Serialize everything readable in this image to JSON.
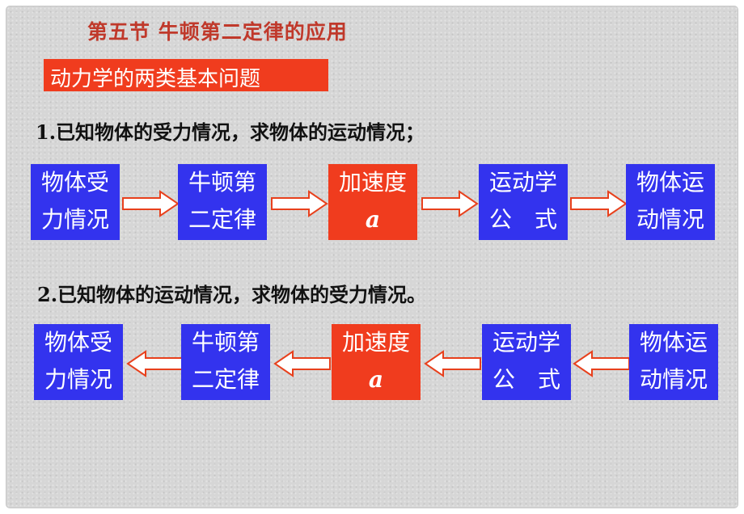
{
  "title": "第五节  牛顿第二定律的应用",
  "banner": "动力学的两类基本问题",
  "problem1": {
    "heading": "1.已知物体的受力情况，求物体的运动情况；",
    "steps": [
      {
        "line1": "物体受",
        "line2": "力情况"
      },
      {
        "line1": "牛顿第",
        "line2": "二定律"
      },
      {
        "line1": "加速度",
        "line2": "a"
      },
      {
        "line1": "运动学",
        "line2": "公　式"
      },
      {
        "line1": "物体运",
        "line2": "动情况"
      }
    ]
  },
  "problem2": {
    "heading": "2.已知物体的运动情况，求物体的受力情况。",
    "steps": [
      {
        "line1": "物体受",
        "line2": "力情况"
      },
      {
        "line1": "牛顿第",
        "line2": "二定律"
      },
      {
        "line1": "加速度",
        "line2": "a"
      },
      {
        "line1": "运动学",
        "line2": "公　式"
      },
      {
        "line1": "物体运",
        "line2": "动情况"
      }
    ]
  },
  "colors": {
    "box_blue": "#3333ee",
    "box_red": "#f03c1e",
    "arrow_stroke": "#e8401c",
    "title": "#c0392b"
  },
  "icons": {
    "right_arrow": "right-arrow-icon",
    "left_arrow": "left-arrow-icon"
  }
}
